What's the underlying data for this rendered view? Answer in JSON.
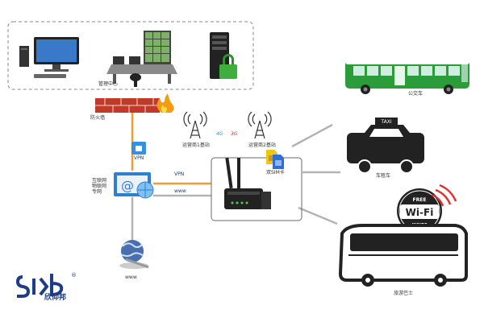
{
  "labels": {
    "management_center": "管理中心",
    "firewall": "防火墙",
    "vpn_upper": "VPN",
    "vpn_right": "VPN",
    "www_right": "www",
    "www_bottom": "www",
    "iot_line": "互联网\n物联网\n专网",
    "base_station_1": "运营商1基站",
    "base_station_2": "运营商2基站",
    "net_4g": "4G",
    "net_3g": "3G",
    "dual_sim": "双SIM卡",
    "bus": "公交车",
    "taxi": "车租车",
    "coach": "旅游巴士",
    "taxi_sign": "TAXI",
    "wifi_free": "FREE",
    "wifi_brand": "Wi-Fi",
    "wifi_inside": "INSIDE",
    "brand_name": "欣仰邦",
    "brand_mark": "®"
  },
  "colors": {
    "orange_line": "#f39c33",
    "grey_line": "#b3b3b3",
    "brand_blue": "#1f3d86",
    "bus_green": "#2a9c3a",
    "firewall_red": "#c0392b"
  },
  "icons": [
    "pc-icon",
    "monitoring-desk-icon",
    "server-lock-icon",
    "firewall-icon",
    "lock-icon",
    "mail-globe-icon",
    "www-globe-icon",
    "tower-icon",
    "router-icon",
    "sim-card-icon",
    "bus-icon",
    "taxi-icon",
    "coach-bus-icon",
    "wifi-badge-icon",
    "brand-logo-icon"
  ]
}
